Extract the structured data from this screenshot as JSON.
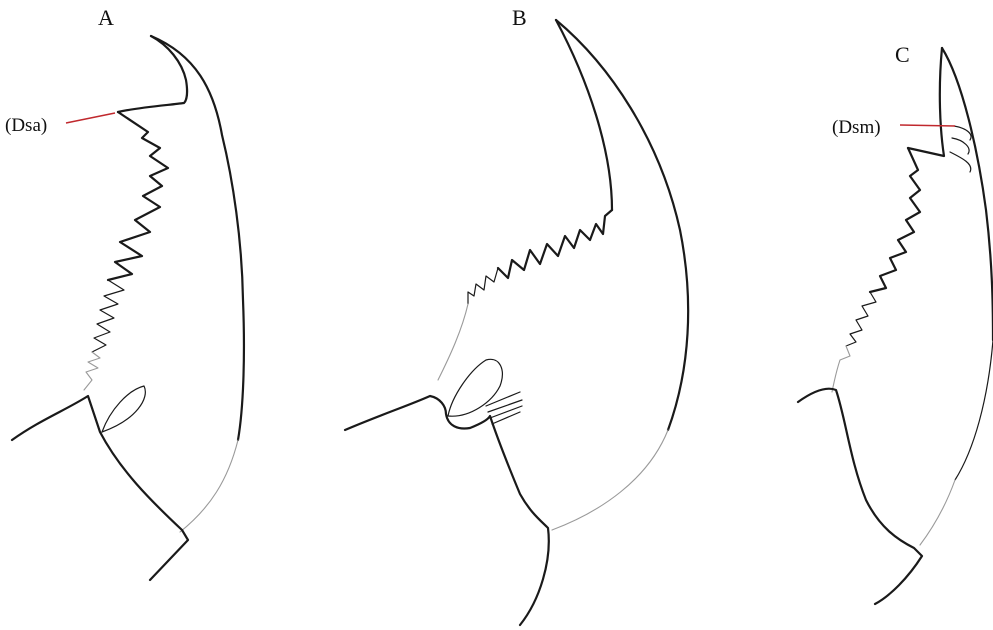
{
  "panels": {
    "a": {
      "label": "A",
      "callout": "(Dsa)"
    },
    "b": {
      "label": "B"
    },
    "c": {
      "label": "C",
      "callout": "(Dsm)"
    }
  },
  "colors": {
    "outline": "#1a1a1a",
    "faint": "#9a9a9a",
    "leader": "#c0282d"
  }
}
